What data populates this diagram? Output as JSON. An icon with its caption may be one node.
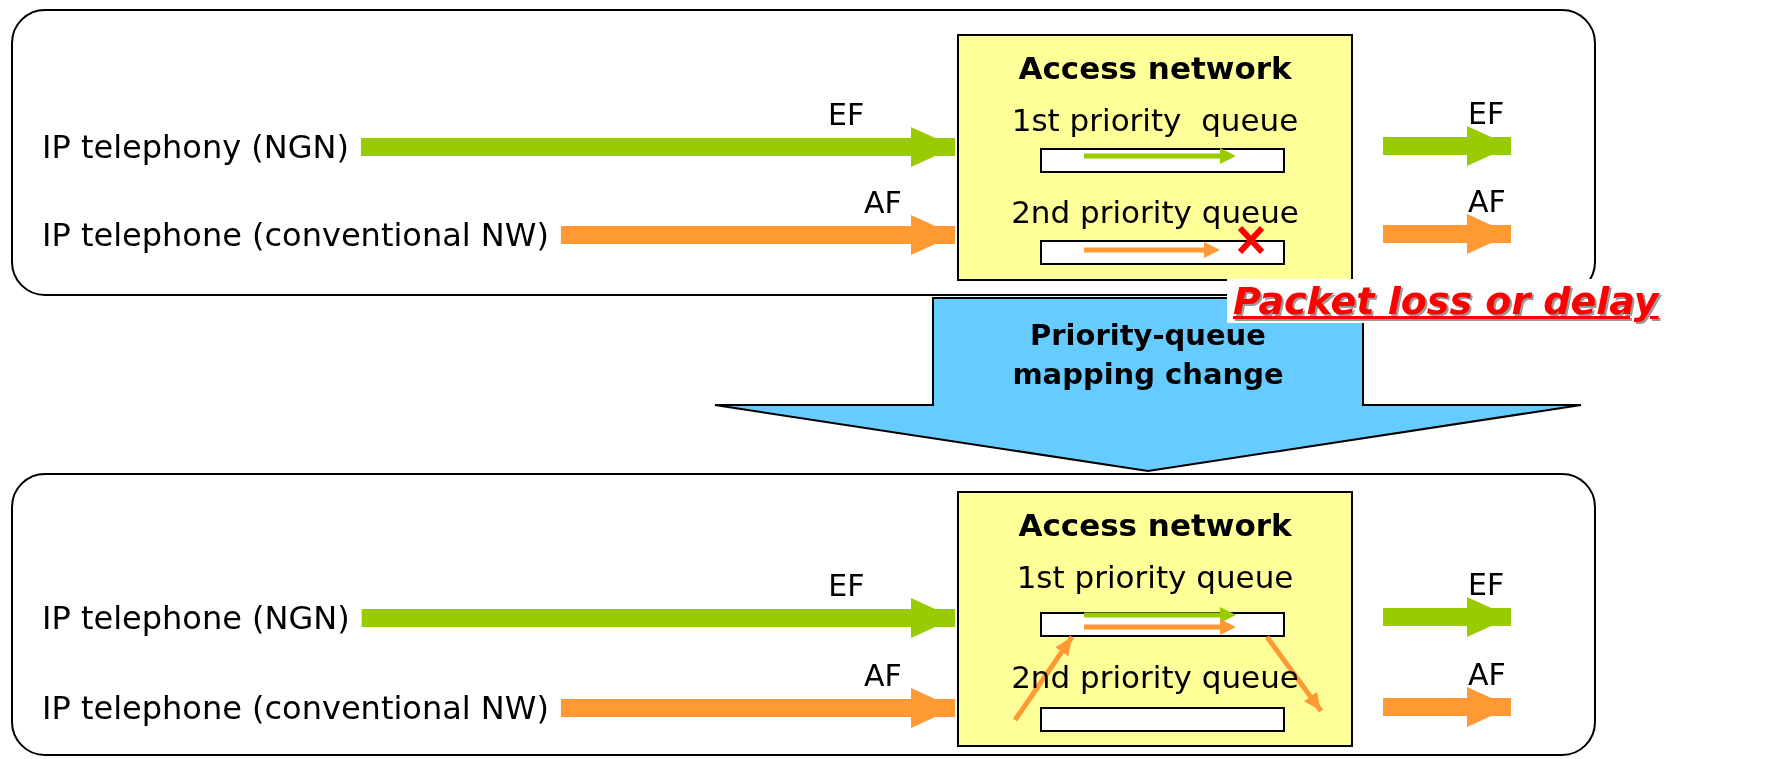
{
  "diagram": {
    "nodes": [
      {
        "text": [],
        "shape": "box"
      },
      {
        "text": [
          "IP telephony (NGN)"
        ],
        "in": 0
      },
      {
        "text": [
          "IP telephone (conventional NW)"
        ],
        "in": 0
      },
      {
        "text": [
          "Access network",
          "1st priority  queue",
          "2nd priority queue"
        ],
        "in": 0
      },
      {
        "text": [],
        "shape": "bar",
        "in": 3
      },
      {
        "text": [],
        "shape": "bar",
        "in": 3
      },
      {
        "text": [],
        "shape": "box"
      },
      {
        "text": [
          "IP telephone (NGN)"
        ],
        "in": 6
      },
      {
        "text": [
          "IP telephone (conventional NW)"
        ],
        "in": 6
      },
      {
        "text": [
          "Access network",
          "1st priority queue",
          "2nd priority queue"
        ],
        "in": 6
      },
      {
        "text": [],
        "shape": "bar",
        "in": 9
      },
      {
        "text": [],
        "shape": "bar",
        "in": 9
      }
    ],
    "edges": [
      {
        "from": 1,
        "to": 3,
        "arrow": "to",
        "label": "EF",
        "color": "#99cc00"
      },
      {
        "from": 2,
        "to": 3,
        "arrow": "to",
        "label": "AF",
        "color": "#ff9933"
      },
      {
        "from": 3,
        "to": null,
        "arrow": "to",
        "label": "EF",
        "color": "#99cc00"
      },
      {
        "from": 3,
        "to": null,
        "arrow": "to",
        "label": "AF",
        "color": "#ff9933"
      },
      {
        "from": 0,
        "to": 6,
        "arrow": "to",
        "label": "Priority-queue mapping change",
        "color": "#66ccff"
      },
      {
        "from": 7,
        "to": 9,
        "arrow": "to",
        "label": "EF",
        "color": "#99cc00"
      },
      {
        "from": 8,
        "to": 9,
        "arrow": "to",
        "label": "AF",
        "color": "#ff9933"
      },
      {
        "from": 9,
        "to": null,
        "arrow": "to",
        "label": "EF",
        "color": "#99cc00"
      },
      {
        "from": 9,
        "to": null,
        "arrow": "to",
        "label": "AF",
        "color": "#ff9933"
      },
      {
        "from": 11,
        "to": 10,
        "arrow": "to",
        "color": "#ff9933"
      },
      {
        "from": 10,
        "to": 11,
        "arrow": "to",
        "color": "#ff9933"
      }
    ],
    "labels": [
      "Packet loss or delay"
    ]
  }
}
